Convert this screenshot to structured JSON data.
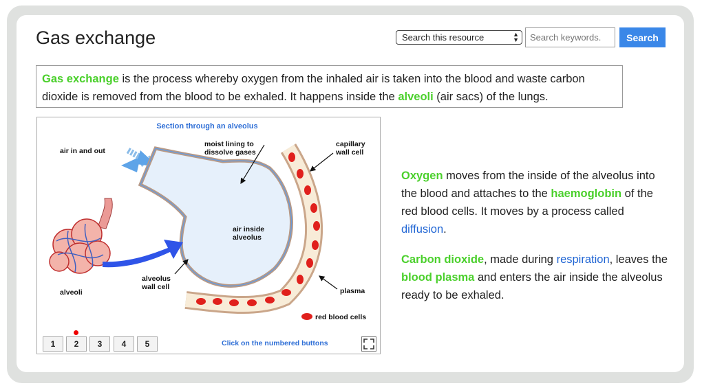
{
  "page_title": "Gas exchange",
  "search": {
    "scope_selected": "Search this resource",
    "placeholder": "Search keywords.",
    "button_label": "Search"
  },
  "intro": {
    "term": "Gas exchange",
    "text1": " is the process whereby oxygen from the inhaled air is taken into the blood and waste carbon dioxide is removed from the blood to be exhaled. It happens inside the ",
    "term2": "alveoli",
    "text2": " (air sacs) of the lungs."
  },
  "diagram": {
    "title": "Section through an alveolus",
    "labels": {
      "air_in_out": "air in and out",
      "moist1": "moist lining to",
      "moist2": "dissolve gases",
      "cap1": "capillary",
      "cap2": "wall cell",
      "air1": "air inside",
      "air2": "alveolus",
      "wall1": "alveolus",
      "wall2": "wall cell",
      "alveoli": "alveoli",
      "plasma": "plasma",
      "rbc": "red blood cells"
    },
    "steps": [
      "1",
      "2",
      "3",
      "4",
      "5"
    ],
    "hint": "Click on the numbered buttons"
  },
  "para1": {
    "term1": "Oxygen",
    "t1": " moves from the inside of the alveolus into the blood and attaches to the ",
    "term2": "haemoglobin",
    "t2": " of the red blood cells. It moves by a process called ",
    "link": "diffusion",
    "t3": "."
  },
  "para2": {
    "term1": "Carbon dioxide",
    "t1": ", made during ",
    "link": "respiration",
    "t2": ", leaves the ",
    "term2": "blood plasma",
    "t3": " and enters the air inside the alveolus ready to be exhaled."
  },
  "colors": {
    "accent_green": "#4bd02c",
    "link_blue": "#2166d4",
    "button_blue": "#3a87e8"
  }
}
